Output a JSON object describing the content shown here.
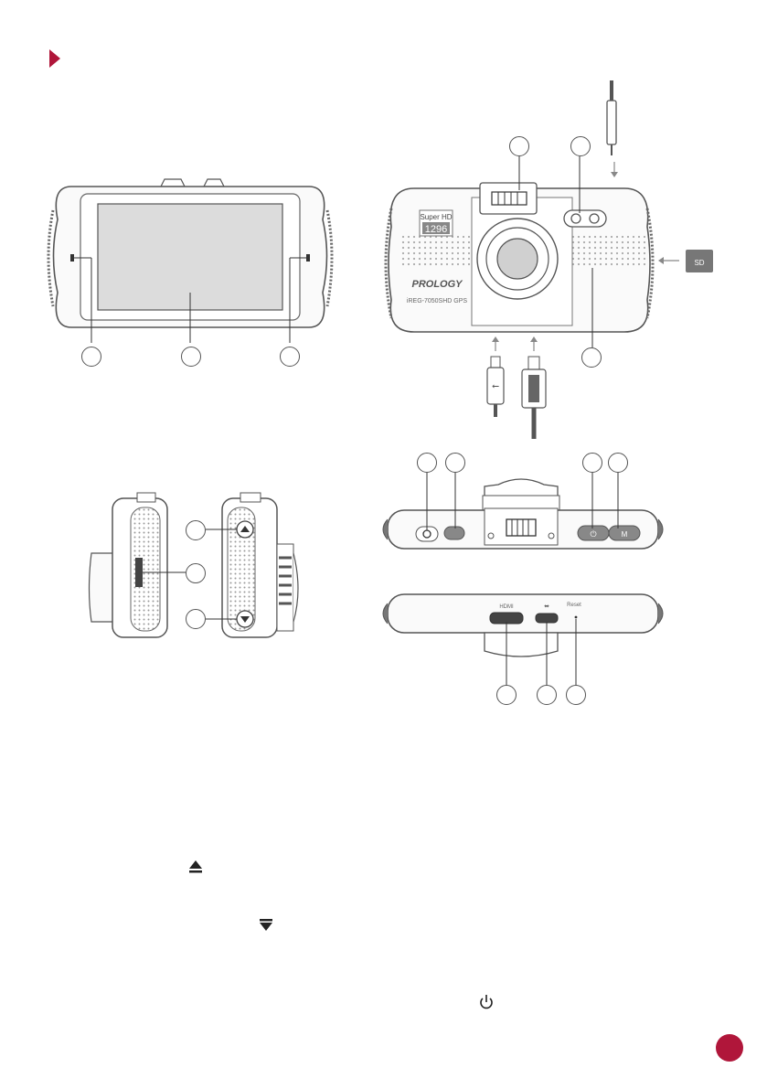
{
  "page": {
    "page_number": "",
    "accent_color": "#b0163a"
  },
  "front_view": {
    "badge_line1": "Super HD",
    "badge_line2": "1296",
    "brand": "PROLOGY",
    "model": "iREG-7050SHD GPS",
    "sd_card_label": "SD"
  },
  "bottom_view": {
    "hdmi_label": "HDMI",
    "usb_label": "⬌",
    "reset_label": "Reset",
    "top_button_m_label": "M",
    "top_button_power_label": "⏻"
  },
  "icons": {
    "up_icon": "⏏",
    "down_icon": "⏷",
    "power_icon": "⏻"
  }
}
